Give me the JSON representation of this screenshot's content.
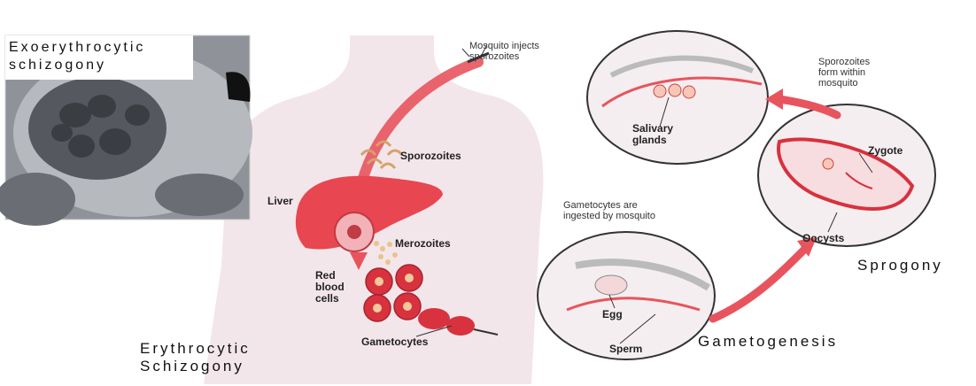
{
  "photo": {
    "title_line1": "Exoerythrocytic",
    "title_line2": "schizogony"
  },
  "body": {
    "mosquito_note_line1": "Mosquito injects",
    "mosquito_note_line2": "sporozoites",
    "sporozoites": "Sporozoites",
    "liver": "Liver",
    "merozoites": "Merozoites",
    "rbc_line1": "Red",
    "rbc_line2": "blood",
    "rbc_line3": "cells",
    "gametocytes": "Gametocytes"
  },
  "mosquito_cycle": {
    "form_note_line1": "Sporozoites",
    "form_note_line2": "form within",
    "form_note_line3": "mosquito",
    "salivary_line1": "Salivary",
    "salivary_line2": "glands",
    "zygote": "Zygote",
    "oocysts": "Oocysts",
    "ingest_note_line1": "Gametocytes are",
    "ingest_note_line2": "ingested by mosquito",
    "egg": "Egg",
    "sperm": "Sperm"
  },
  "stages": {
    "erythro_line1": "Erythrocytic",
    "erythro_line2": "Schizogony",
    "sporogony": "Sprogony",
    "gametogenesis": "Gametogenesis"
  },
  "colors": {
    "arrow": "#e8545e",
    "blood": "#d7323e",
    "skin": "#f2e4e8"
  }
}
